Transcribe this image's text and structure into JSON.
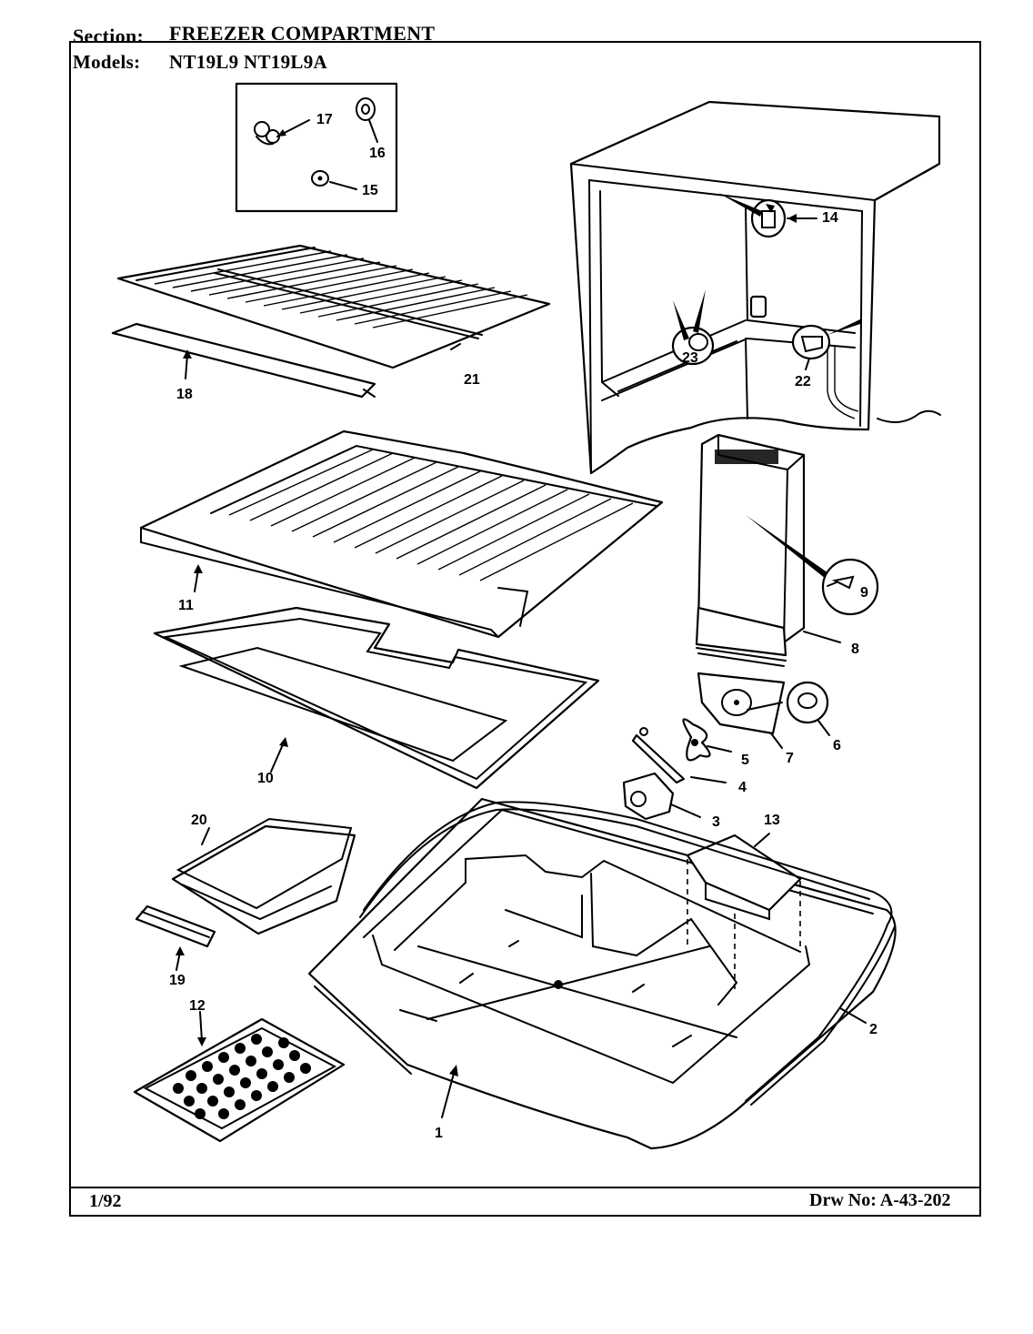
{
  "header": {
    "section_label": "Section:",
    "section_value": "FREEZER COMPARTMENT",
    "models_label": "Models:",
    "models_value": "NT19L9  NT19L9A"
  },
  "footer": {
    "date": "1/92",
    "drawing_no": "Drw No: A-43-202"
  },
  "callouts": [
    "1",
    "2",
    "3",
    "4",
    "5",
    "6",
    "7",
    "8",
    "9",
    "10",
    "11",
    "12",
    "13",
    "14",
    "15",
    "16",
    "17",
    "18",
    "19",
    "20",
    "21",
    "22",
    "23"
  ]
}
